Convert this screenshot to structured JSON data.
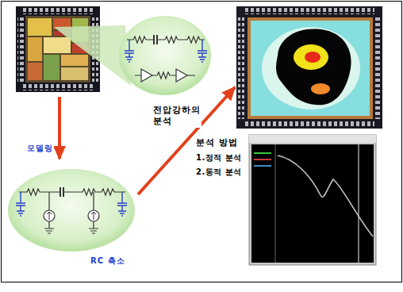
{
  "diagram": {
    "nodes": [
      {
        "text": [
          "전압강하의 분석"
        ]
      },
      {
        "text": [
          "RC 축소"
        ]
      },
      {
        "text": [
          "분석 방법",
          "1.정적 분석",
          "2.동적 분석"
        ]
      }
    ],
    "edges": [
      {
        "from": 0,
        "to": 1,
        "arrow": "to",
        "label": "모델링"
      },
      {
        "from": 1,
        "to": 2,
        "arrow": "to"
      }
    ]
  }
}
